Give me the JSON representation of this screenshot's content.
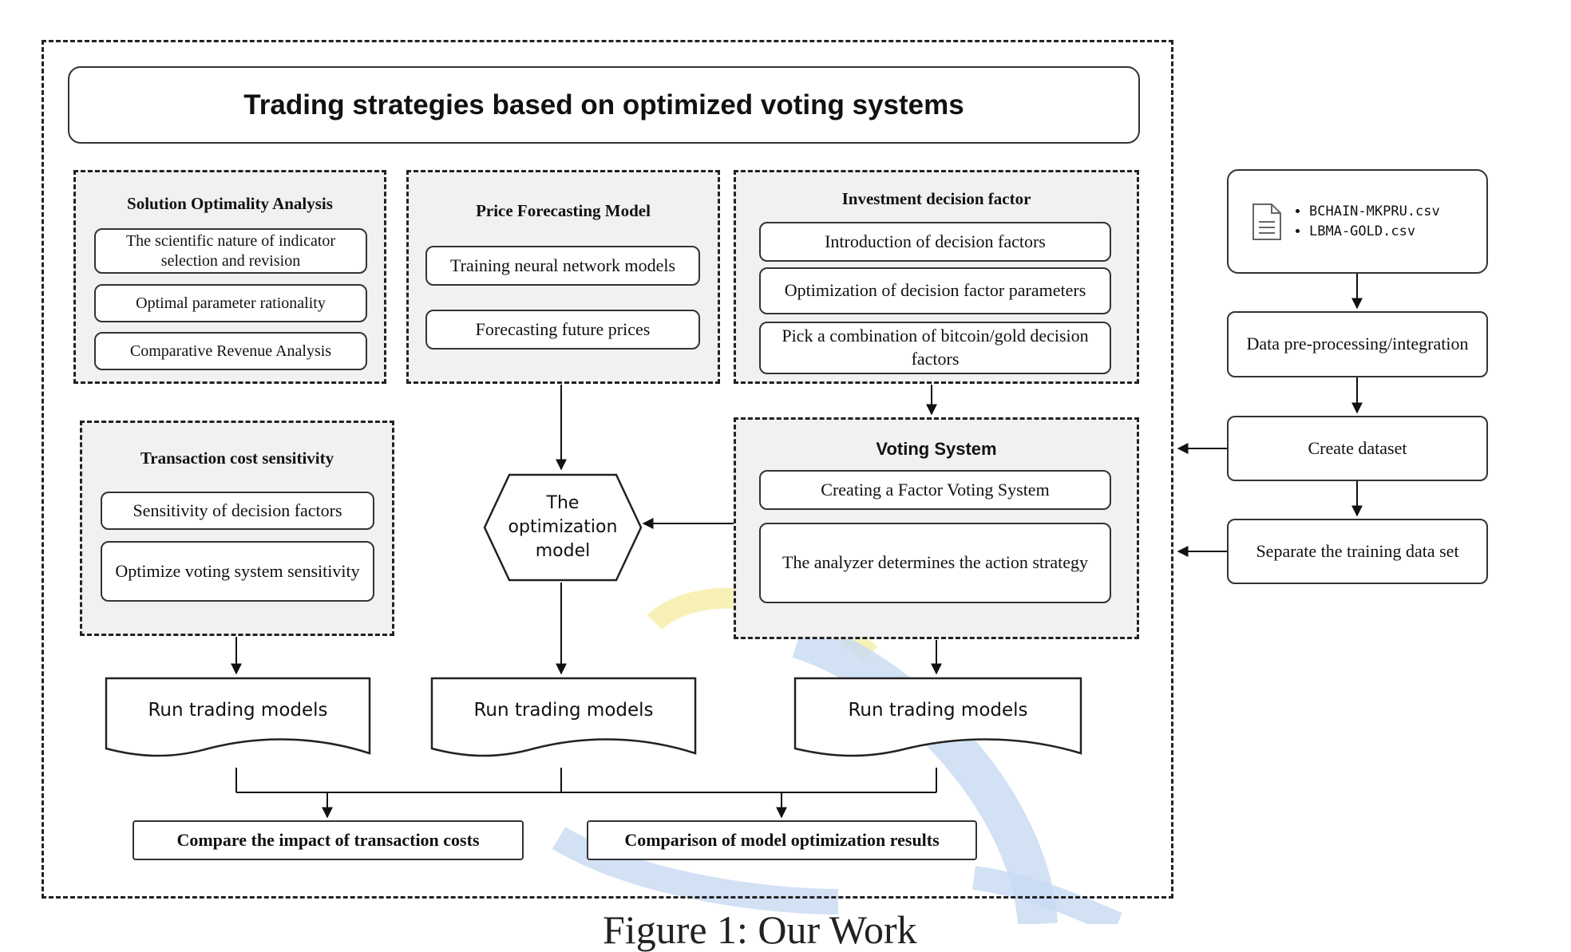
{
  "main_title": "Trading strategies based on optimized voting systems",
  "panels": {
    "solution": {
      "title": "Solution Optimality Analysis",
      "items": [
        "The scientific nature of indicator selection and revision",
        "Optimal parameter rationality",
        "Comparative Revenue Analysis"
      ]
    },
    "price": {
      "title": "Price Forecasting Model",
      "items": [
        "Training neural network models",
        "Forecasting future prices"
      ]
    },
    "investment": {
      "title": "Investment decision factor",
      "items": [
        "Introduction of decision factors",
        "Optimization of decision factor parameters",
        "Pick a combination of bitcoin/gold decision factors"
      ]
    },
    "transaction": {
      "title": "Transaction cost sensitivity",
      "items": [
        "Sensitivity of decision factors",
        "Optimize voting system sensitivity"
      ]
    },
    "voting": {
      "title": "Voting System",
      "items": [
        "Creating a Factor Voting System",
        "The analyzer determines the action strategy"
      ]
    }
  },
  "optimization_model": "The optimization model",
  "run_models": [
    "Run trading models",
    "Run trading models",
    "Run trading models"
  ],
  "results": [
    "Compare the impact of transaction costs",
    "Comparison of model optimization results"
  ],
  "data_flow": {
    "files": [
      "BCHAIN-MKPRU.csv",
      "LBMA-GOLD.csv"
    ],
    "steps": [
      "Data pre-processing/integration",
      "Create dataset",
      "Separate the training data set"
    ]
  },
  "caption_partial": "Figure 1: Our Work"
}
